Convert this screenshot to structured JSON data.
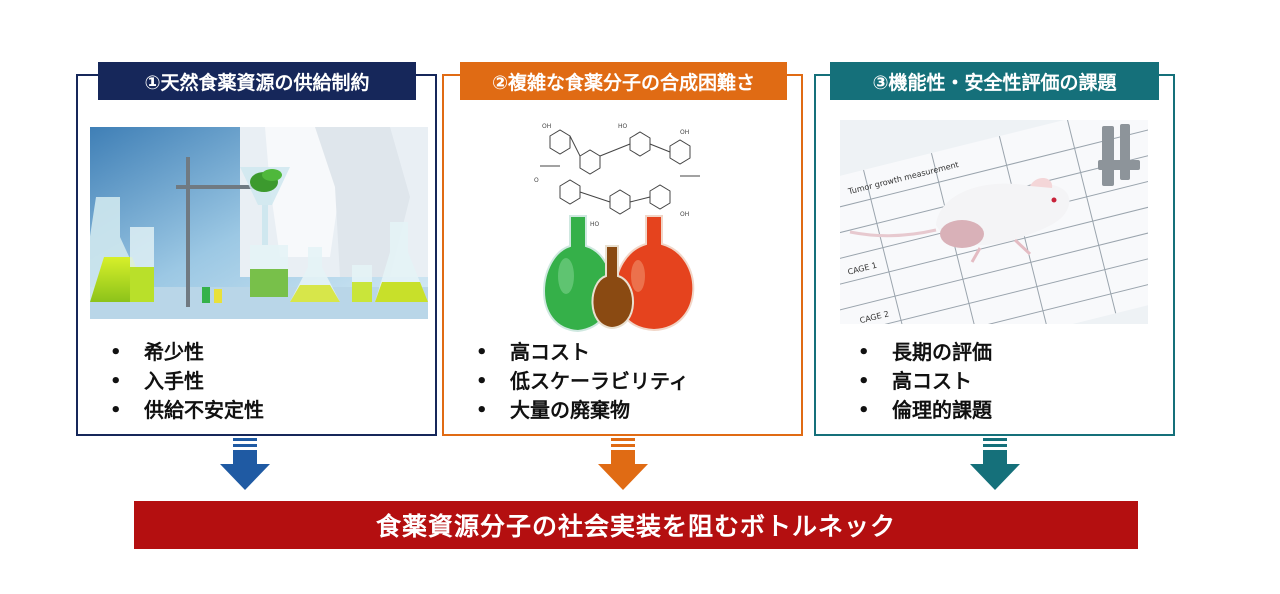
{
  "panels": [
    {
      "heading": "①天然食薬資源の供給制約",
      "color": "#16275a",
      "photo_icon": "lab-plant-flasks-photo",
      "bullets": [
        "希少性",
        "入手性",
        "供給不安定性"
      ]
    },
    {
      "heading": "②複雑な食薬分子の合成困難さ",
      "color": "#e06b14",
      "photo_icon": "chemical-structure-flasks-photo",
      "bullets": [
        "高コスト",
        "低スケーラビリティ",
        "大量の廃棄物"
      ]
    },
    {
      "heading": "③機能性・安全性評価の課題",
      "color": "#15707a",
      "photo_icon": "mouse-tumor-measurement-photo",
      "bullets": [
        "長期の評価",
        "高コスト",
        "倫理的課題"
      ]
    }
  ],
  "arrow_colors": [
    "#1f5aa3",
    "#e06b14",
    "#15707a"
  ],
  "banner": {
    "text": "食薬資源分子の社会実装を阻むボトルネック",
    "color": "#b40f10"
  }
}
